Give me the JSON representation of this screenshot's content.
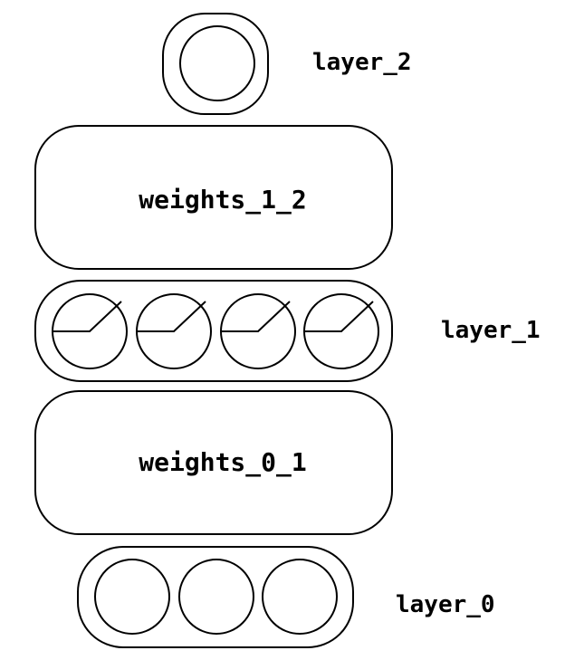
{
  "diagram": {
    "layers": [
      {
        "id": "layer_2",
        "label": "layer_2",
        "neurons": 1,
        "activation": "none"
      },
      {
        "id": "weights_1_2",
        "label": "weights_1_2"
      },
      {
        "id": "layer_1",
        "label": "layer_1",
        "neurons": 4,
        "activation": "relu"
      },
      {
        "id": "weights_0_1",
        "label": "weights_0_1"
      },
      {
        "id": "layer_0",
        "label": "layer_0",
        "neurons": 3,
        "activation": "none"
      }
    ]
  }
}
